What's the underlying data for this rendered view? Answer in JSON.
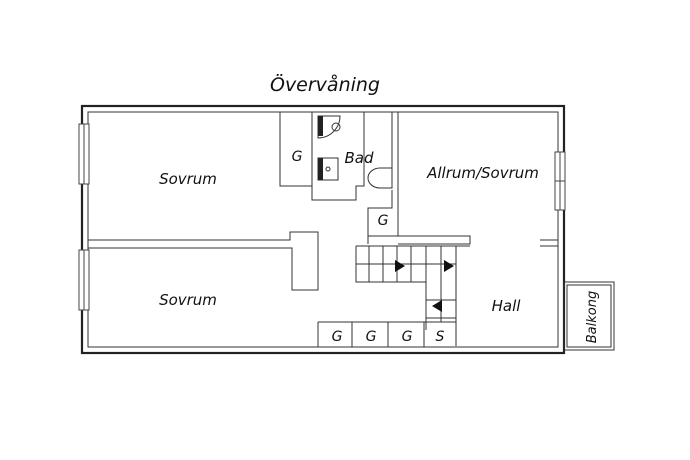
{
  "plan": {
    "title": "Övervåning",
    "rooms": [
      {
        "id": "sovrum-1",
        "label": "Sovrum"
      },
      {
        "id": "sovrum-2",
        "label": "Sovrum"
      },
      {
        "id": "bad",
        "label": "Bad"
      },
      {
        "id": "allrum",
        "label": "Allrum/Sovrum"
      },
      {
        "id": "hall",
        "label": "Hall"
      },
      {
        "id": "balkong",
        "label": "Balkong"
      }
    ],
    "closets": {
      "bath": "G",
      "hall_upper": "G",
      "row": [
        "G",
        "G",
        "G",
        "S"
      ]
    }
  }
}
